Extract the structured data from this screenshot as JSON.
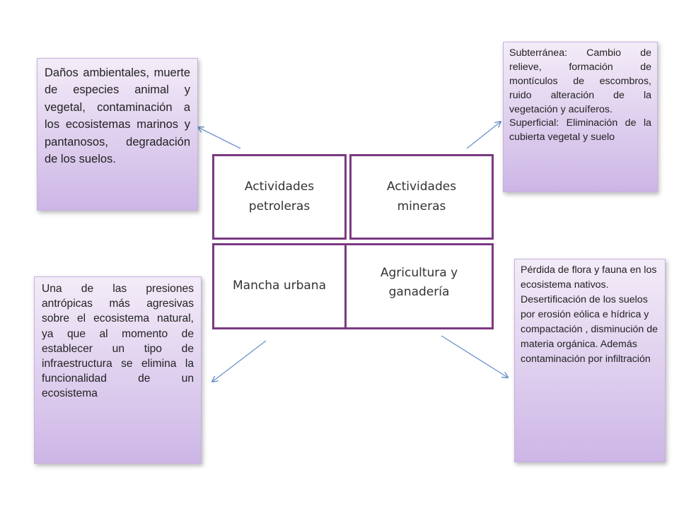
{
  "center": {
    "petroleras": "Actividades petroleras",
    "mineras": "Actividades mineras",
    "urbana": "Mancha urbana",
    "agricultura": "Agricultura y ganadería"
  },
  "notes": {
    "petroleras": "Daños ambientales, muerte de especies animal y vegetal, contaminación a los ecosistemas marinos y pantanosos, degradación de los suelos.",
    "mineras_subterranea": "Subterránea: Cambio de relieve, formación de montículos de escombros, ruido alteración de la vegetación y acuíferos.",
    "mineras_superficial": "Superficial: Eliminación de la cubierta vegetal y suelo",
    "urbana": "Una de las presiones antrópicas más agresivas sobre el ecosistema natural, ya que al momento de establecer un tipo de infraestructura se elimina la funcionalidad de un ecosistema",
    "agricultura": "Pérdida de flora y fauna en los ecosistema nativos. Desertificación de los suelos por erosión eólica e hídrica y compactación , disminución de materia orgánica. Además contaminación por infiltración"
  },
  "colors": {
    "cell_border": "#7b3a82",
    "arrow": "#6c93c8",
    "note_top": "#f3ecf8",
    "note_bottom": "#cdb6e6"
  }
}
